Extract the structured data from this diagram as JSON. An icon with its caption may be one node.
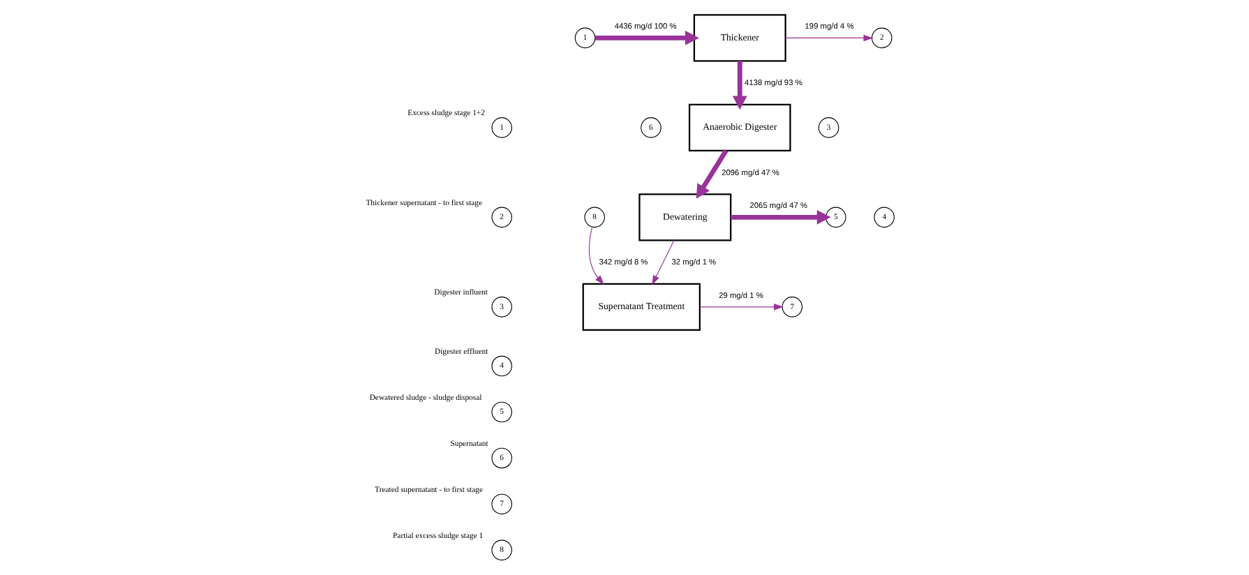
{
  "diagram": {
    "nodes": [
      {
        "text": [
          "1"
        ]
      },
      {
        "text": [
          "Thickener"
        ]
      },
      {
        "text": [
          "2"
        ]
      },
      {
        "text": [
          "3"
        ]
      },
      {
        "text": [
          "Anaerobic Digester"
        ]
      },
      {
        "text": [
          "4"
        ]
      },
      {
        "text": [
          "Dewatering"
        ]
      },
      {
        "text": [
          "5"
        ]
      },
      {
        "text": [
          "6"
        ]
      },
      {
        "text": [
          "Supernatant Treatment"
        ]
      },
      {
        "text": [
          "7"
        ]
      },
      {
        "text": [
          "8"
        ]
      },
      {
        "text": [
          "1"
        ],
        "beside": [
          "Excess sludge stage 1+2"
        ]
      },
      {
        "text": [
          "2"
        ],
        "beside": [
          "Thickener supernatant - to first stage"
        ]
      },
      {
        "text": [
          "3"
        ],
        "beside": [
          "Digester influent"
        ]
      },
      {
        "text": [
          "4"
        ],
        "beside": [
          "Digester effluent"
        ]
      },
      {
        "text": [
          "5"
        ],
        "beside": [
          "Dewatered sludge - sludge disposal"
        ]
      },
      {
        "text": [
          "6"
        ],
        "beside": [
          "Supernatant"
        ]
      },
      {
        "text": [
          "7"
        ],
        "beside": [
          "Treated supernatant - to first stage"
        ]
      },
      {
        "text": [
          "8"
        ],
        "beside": [
          "Partial excess sludge stage 1"
        ]
      }
    ],
    "edges": [
      {
        "from": 0,
        "to": 1,
        "arrow": "to",
        "label": "4436 mg/d 100 %",
        "style": "thick"
      },
      {
        "from": 1,
        "to": 2,
        "arrow": "to",
        "label": "199 mg/d 4 %"
      },
      {
        "from": 1,
        "to": 4,
        "arrow": "to",
        "label": "4138 mg/d 93 %",
        "style": "thick"
      },
      {
        "from": 4,
        "to": 6,
        "arrow": "to",
        "label": "2096 mg/d 47 %",
        "style": "thick"
      },
      {
        "from": 6,
        "to": 7,
        "arrow": "to",
        "label": "2065 mg/d 47 %",
        "style": "thick"
      },
      {
        "from": 6,
        "to": 9,
        "arrow": "to",
        "label": "32 mg/d 1 %"
      },
      {
        "from": 11,
        "to": 9,
        "arrow": "to",
        "label": "342 mg/d 8 %"
      },
      {
        "from": 9,
        "to": 10,
        "arrow": "to",
        "label": "29 mg/d 1 %"
      }
    ]
  }
}
